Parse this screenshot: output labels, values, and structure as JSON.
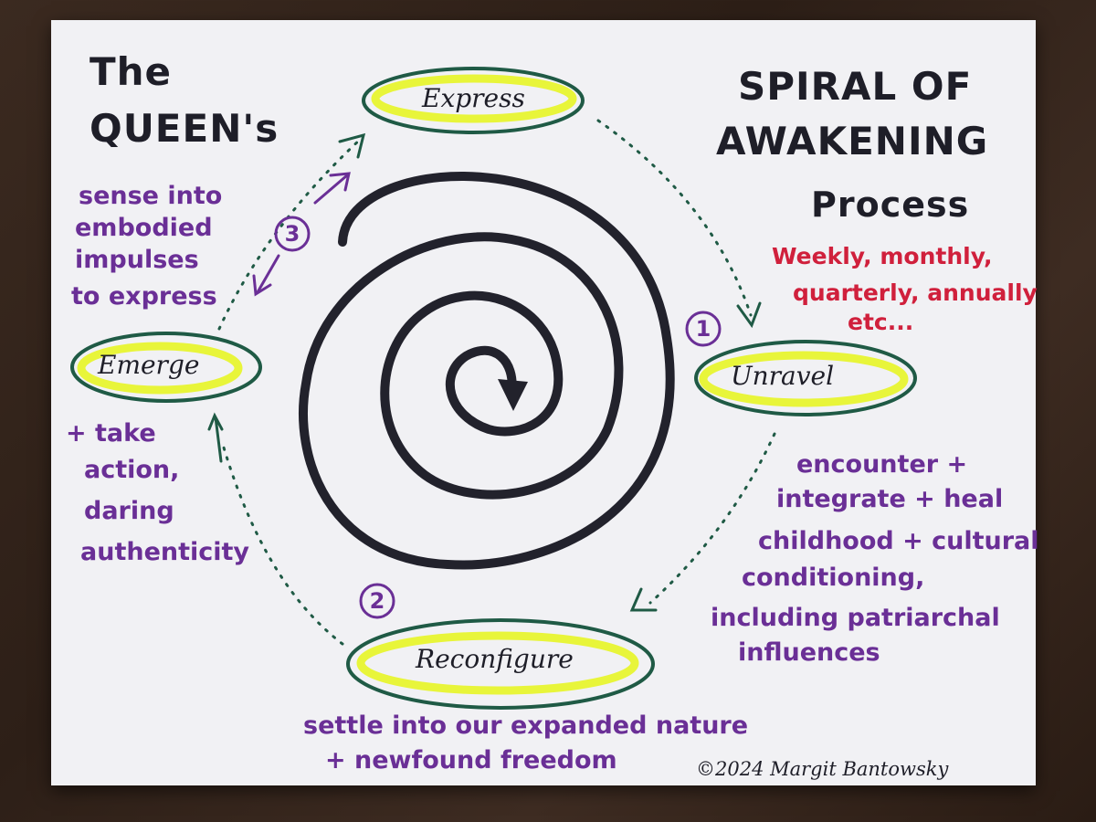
{
  "title": {
    "left_line1": "The",
    "left_line2": "QUEEN's",
    "right_line1": "SPIRAL OF",
    "right_line2": "AWAKENING",
    "right_line3": "Process"
  },
  "frequency": {
    "line1": "Weekly, monthly,",
    "line2": "quarterly, annually",
    "line3": "etc..."
  },
  "nodes": {
    "express": "Express",
    "unravel": "Unravel",
    "reconfigure": "Reconfigure",
    "emerge": "Emerge"
  },
  "steps": {
    "one": "1",
    "two": "2",
    "three": "3"
  },
  "notes": {
    "sense": [
      "sense into",
      "embodied",
      "impulses",
      "to express"
    ],
    "take_action": [
      "+ take",
      "action,",
      "daring",
      "authenticity"
    ],
    "encounter": [
      "encounter +",
      "integrate + heal",
      "childhood + cultural",
      "conditioning,",
      "including patriarchal",
      "influences"
    ],
    "settle": [
      "settle into our expanded nature",
      "+ newfound freedom"
    ]
  },
  "copyright": "©2024 Margit Bantowsky",
  "colors": {
    "ink_purple": "#6a2f96",
    "ink_red": "#d0203c",
    "ink_green": "#1f5a45",
    "highlight": "#e8f53a",
    "ink_black": "#1e1e28"
  }
}
